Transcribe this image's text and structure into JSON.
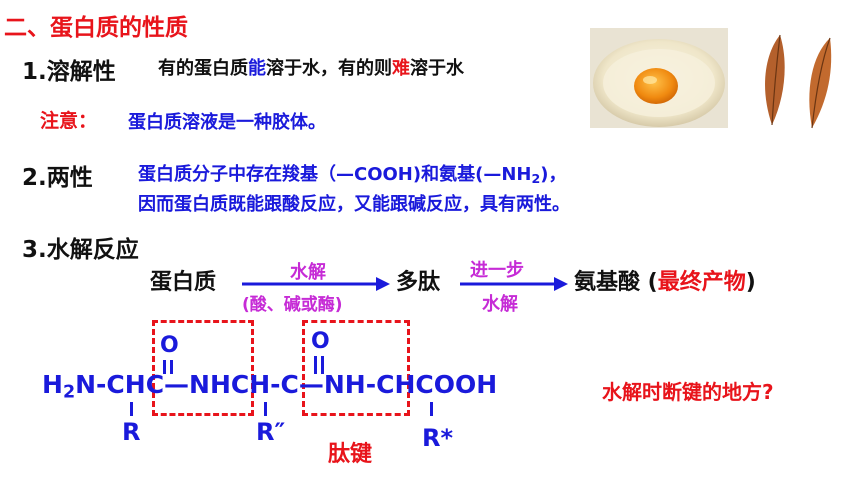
{
  "section": {
    "title": "二、蛋白质的性质"
  },
  "solubility": {
    "heading": "1.溶解性",
    "s1": "有的蛋白质",
    "k1": "能",
    "s2": "溶于水，有的则",
    "k2": "难",
    "s3": "溶于水"
  },
  "note": {
    "label": "注意：",
    "text": "蛋白质溶液是一种胶体。"
  },
  "amphoteric": {
    "heading": "2.两性",
    "line1_a": "蛋白质分子中存在羧基（—COOH)和氨基(—NH",
    "line1_sub": "2",
    "line1_b": ")，",
    "line2": "因而蛋白质既能跟酸反应，又能跟碱反应，具有两性。"
  },
  "hydrolysis": {
    "heading": "3.水解反应",
    "reactant": "蛋白质",
    "arrow1_top": "水解",
    "arrow1_bottom": "(酸、碱或酶)",
    "intermediate": "多肽",
    "arrow2_top": "进一步",
    "arrow2_bottom": "水解",
    "product": "氨基酸 (",
    "final_label": "最终产物",
    "close_paren": ")"
  },
  "structure": {
    "o1": "O",
    "o2": "O",
    "main_a": "H",
    "main_sub": "2",
    "main_b": "N-CHC—NHCH-C—NH-CHCOOH",
    "r1": "R",
    "r2": "R″",
    "r3": "R*",
    "peptide_label": "肽键",
    "question": "水解时断键的地方?"
  },
  "colors": {
    "red": "#e8141b",
    "blue": "#1a1adb",
    "magenta": "#c62bd6"
  }
}
